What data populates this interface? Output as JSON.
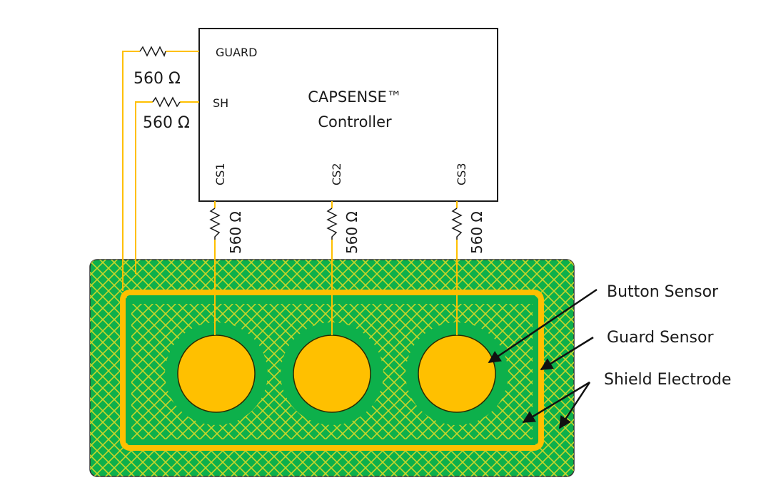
{
  "controller": {
    "title_line1": "CAPSENSE™",
    "title_line2": "Controller",
    "pins": {
      "guard": "GUARD",
      "sh": "SH",
      "cs1": "CS1",
      "cs2": "CS2",
      "cs3": "CS3"
    }
  },
  "resistors": {
    "guard": "560 Ω",
    "sh": "560 Ω",
    "cs1": "560 Ω",
    "cs2": "560 Ω",
    "cs3": "560 Ω"
  },
  "annotations": {
    "button_sensor": "Button Sensor",
    "guard_sensor": "Guard Sensor",
    "shield_electrode": "Shield Electrode"
  },
  "colors": {
    "pcb_green": "#0db04b",
    "trace_yellow": "#ffc000",
    "hatch_yellow": "#c8d62a",
    "outline": "#1a1a1a"
  }
}
